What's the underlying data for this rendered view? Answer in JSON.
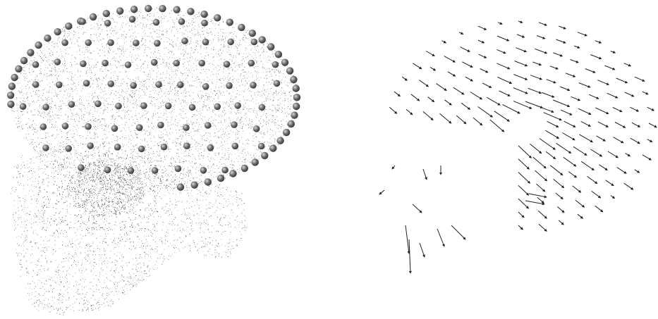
{
  "figure": {
    "panels": [
      {
        "id": "skull-point-cloud",
        "content": "skull-point-cloud-with-landmark-spheres"
      },
      {
        "id": "surface-normal-arrows",
        "content": "vector-field-arrows"
      }
    ],
    "colors": {
      "background": "#ffffff",
      "point": "#3a3a3a",
      "sphere_fill": "#6f6f6f",
      "sphere_highlight": "#d8d8d8",
      "arrow": "#1f1f1f"
    }
  }
}
